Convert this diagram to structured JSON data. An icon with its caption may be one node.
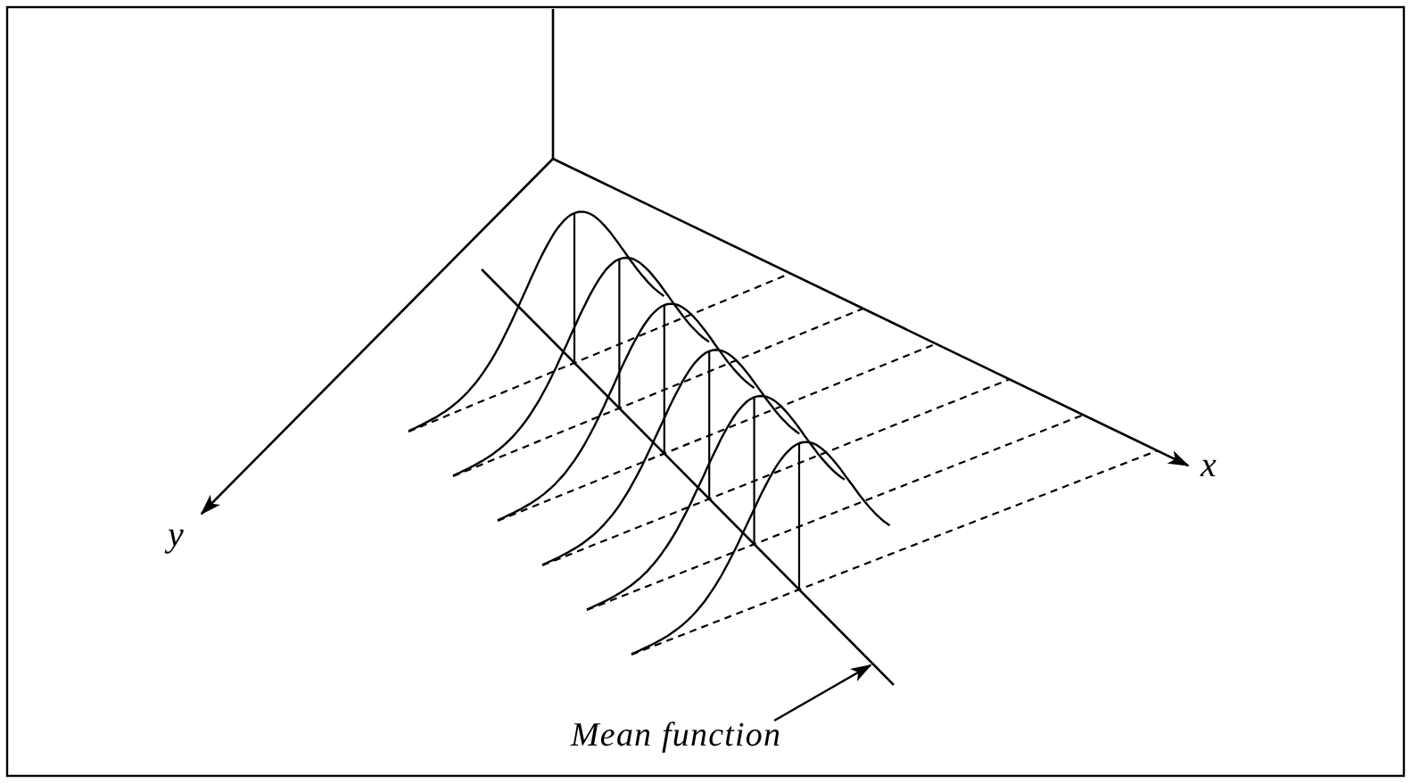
{
  "diagram": {
    "nodes": [
      {
        "text": [
          "Mean function"
        ]
      },
      {
        "text": [],
        "shape": "line"
      }
    ],
    "edges": [
      {
        "from": 0,
        "to": 1,
        "arrow": "to"
      }
    ],
    "labels": [
      "y",
      "x"
    ]
  }
}
